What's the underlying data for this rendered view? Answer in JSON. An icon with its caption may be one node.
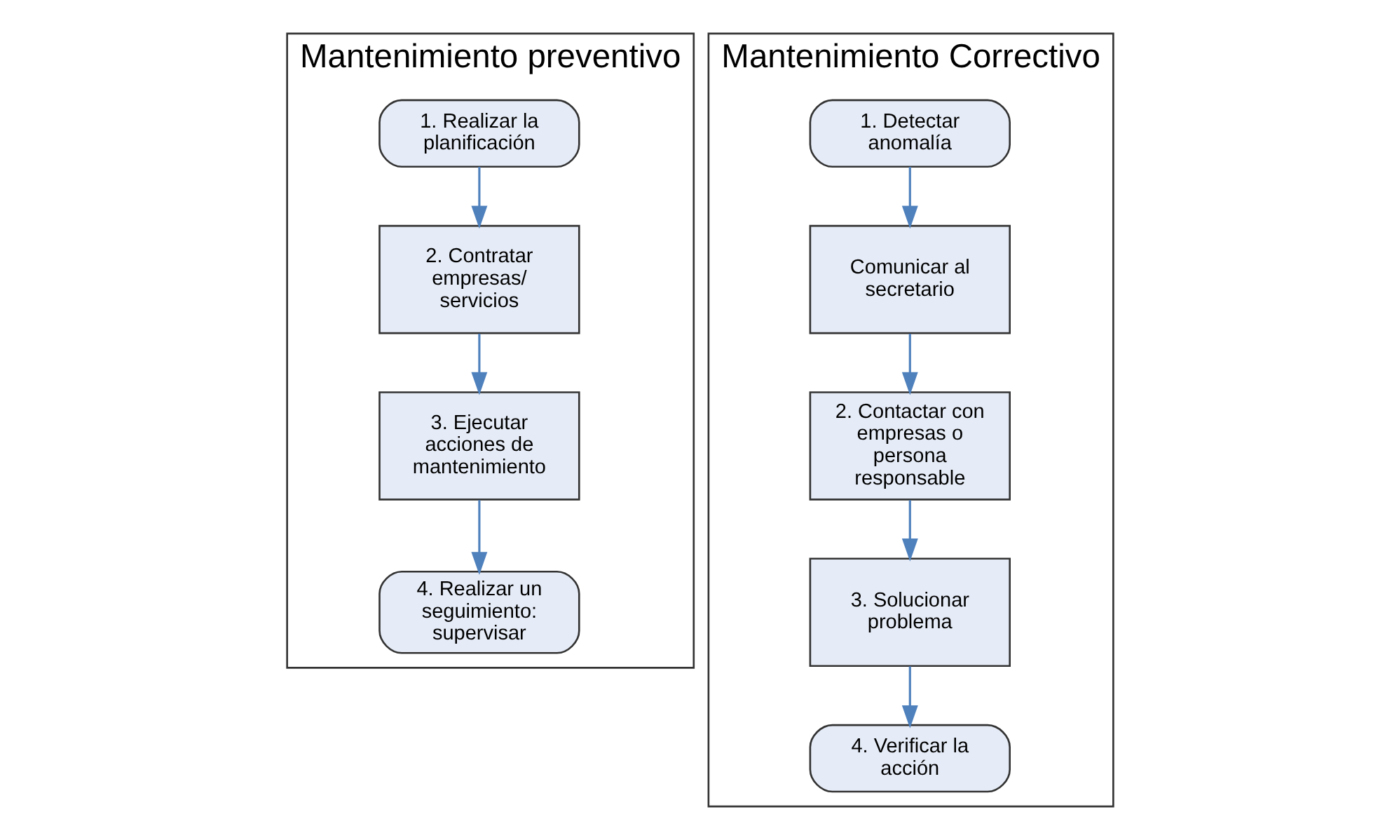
{
  "diagram": {
    "nodes": [
      {
        "text": [
          "Mantenimiento preventivo"
        ]
      },
      {
        "text": [
          "1. Realizar la planificación"
        ],
        "in": 0
      },
      {
        "text": [
          "2. Contratar empresas/ servicios"
        ],
        "in": 0
      },
      {
        "text": [
          "3. Ejecutar acciones de mantenimiento"
        ],
        "in": 0
      },
      {
        "text": [
          "4. Realizar un seguimiento: supervisar"
        ],
        "in": 0
      },
      {
        "text": [
          "Mantenimiento Correctivo"
        ]
      },
      {
        "text": [
          "1. Detectar anomalía"
        ],
        "in": 5
      },
      {
        "text": [
          "Comunicar al secretario"
        ],
        "in": 5
      },
      {
        "text": [
          "2. Contactar con empresas o persona responsable"
        ],
        "in": 5
      },
      {
        "text": [
          "3. Solucionar problema"
        ],
        "in": 5
      },
      {
        "text": [
          "4. Verificar la acción"
        ],
        "in": 5
      }
    ],
    "edges": [
      {
        "from": 1,
        "to": 2,
        "arrow": "to"
      },
      {
        "from": 2,
        "to": 3,
        "arrow": "to"
      },
      {
        "from": 3,
        "to": 4,
        "arrow": "to"
      },
      {
        "from": 6,
        "to": 7,
        "arrow": "to"
      },
      {
        "from": 7,
        "to": 8,
        "arrow": "to"
      },
      {
        "from": 8,
        "to": 9,
        "arrow": "to"
      },
      {
        "from": 9,
        "to": 10,
        "arrow": "to"
      }
    ]
  }
}
